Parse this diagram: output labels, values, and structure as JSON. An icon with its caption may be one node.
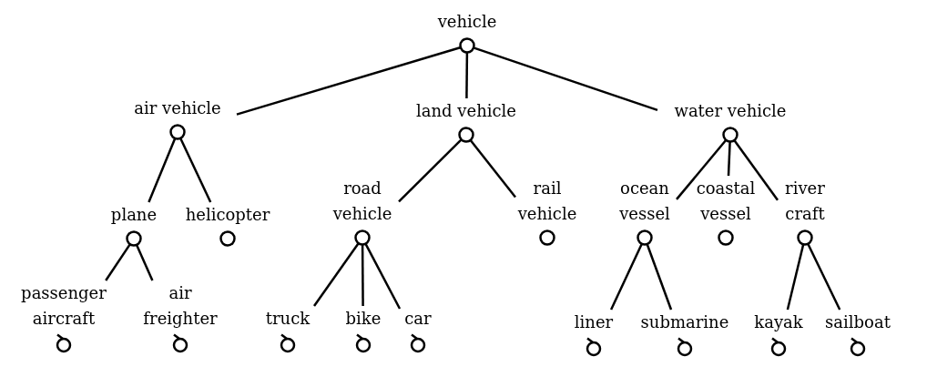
{
  "diagram": {
    "nodes": [
      {
        "text": [
          "vehicle"
        ]
      },
      {
        "text": [
          "air vehicle"
        ]
      },
      {
        "text": [
          "land vehicle"
        ]
      },
      {
        "text": [
          "water vehicle"
        ]
      },
      {
        "text": [
          "plane"
        ]
      },
      {
        "text": [
          "helicopter"
        ]
      },
      {
        "text": [
          "road vehicle"
        ]
      },
      {
        "text": [
          "rail vehicle"
        ]
      },
      {
        "text": [
          "ocean vessel"
        ]
      },
      {
        "text": [
          "coastal vessel"
        ]
      },
      {
        "text": [
          "river craft"
        ]
      },
      {
        "text": [
          "passenger aircraft"
        ]
      },
      {
        "text": [
          "air freighter"
        ]
      },
      {
        "text": [
          "truck"
        ]
      },
      {
        "text": [
          "bike"
        ]
      },
      {
        "text": [
          "car"
        ]
      },
      {
        "text": [
          "liner"
        ]
      },
      {
        "text": [
          "submarine"
        ]
      },
      {
        "text": [
          "kayak"
        ]
      },
      {
        "text": [
          "sailboat"
        ]
      }
    ],
    "edges": [
      {
        "from": 0,
        "to": 1,
        "arrow": "none"
      },
      {
        "from": 0,
        "to": 2,
        "arrow": "none"
      },
      {
        "from": 0,
        "to": 3,
        "arrow": "none"
      },
      {
        "from": 1,
        "to": 4,
        "arrow": "none"
      },
      {
        "from": 1,
        "to": 5,
        "arrow": "none"
      },
      {
        "from": 2,
        "to": 6,
        "arrow": "none"
      },
      {
        "from": 2,
        "to": 7,
        "arrow": "none"
      },
      {
        "from": 3,
        "to": 8,
        "arrow": "none"
      },
      {
        "from": 3,
        "to": 9,
        "arrow": "none"
      },
      {
        "from": 3,
        "to": 10,
        "arrow": "none"
      },
      {
        "from": 4,
        "to": 11,
        "arrow": "none"
      },
      {
        "from": 4,
        "to": 12,
        "arrow": "none"
      },
      {
        "from": 6,
        "to": 13,
        "arrow": "none"
      },
      {
        "from": 6,
        "to": 14,
        "arrow": "none"
      },
      {
        "from": 6,
        "to": 15,
        "arrow": "none"
      },
      {
        "from": 8,
        "to": 16,
        "arrow": "none"
      },
      {
        "from": 8,
        "to": 17,
        "arrow": "none"
      },
      {
        "from": 10,
        "to": 18,
        "arrow": "none"
      },
      {
        "from": 10,
        "to": 19,
        "arrow": "none"
      }
    ]
  }
}
